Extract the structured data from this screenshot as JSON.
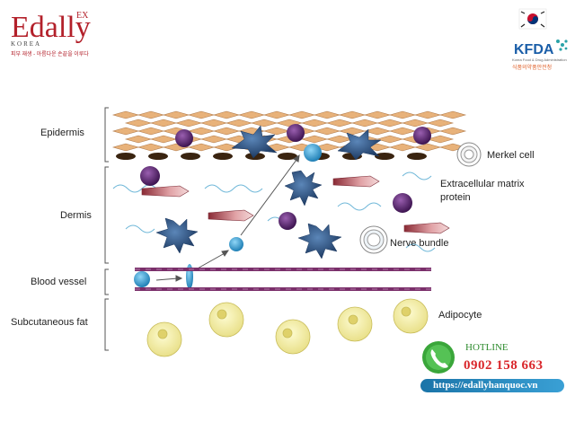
{
  "brand": {
    "name": "Edally",
    "superscript": "EX",
    "country": "KOREA",
    "slogan": "피부 재생 - 아름다운 손끝을 이루다"
  },
  "regulator": {
    "logo_text": "KFDA",
    "subtitle": "Korea Food & Drug Administration",
    "korean_name": "식품의약품안전청",
    "flag": "south-korea-flag"
  },
  "diagram": {
    "layers": {
      "epidermis": "Epidermis",
      "dermis": "Dermis",
      "blood_vessel": "Blood vessel",
      "subcutaneous_fat": "Subcutaneous fat"
    },
    "components": {
      "merkel_cell": "Merkel cell",
      "ecm_line1": "Extracellular matrix",
      "ecm_line2": "protein",
      "nerve_bundle": "Nerve bundle",
      "adipocyte": "Adipocyte"
    },
    "colors": {
      "keratinocyte": "#e8b27a",
      "melanocyte": "#2f5a8c",
      "purple_cell": "#5b2a6e",
      "stem_cell": "#4aa6d6",
      "fibroblast": "#c44a5a",
      "vessel": "#7a2f6a",
      "adipocyte": "#f4ee9a"
    }
  },
  "contact": {
    "hotline_label": "HOTLINE",
    "hotline_number": "0902 158 663",
    "website": "https://edallyhanquoc.vn"
  }
}
